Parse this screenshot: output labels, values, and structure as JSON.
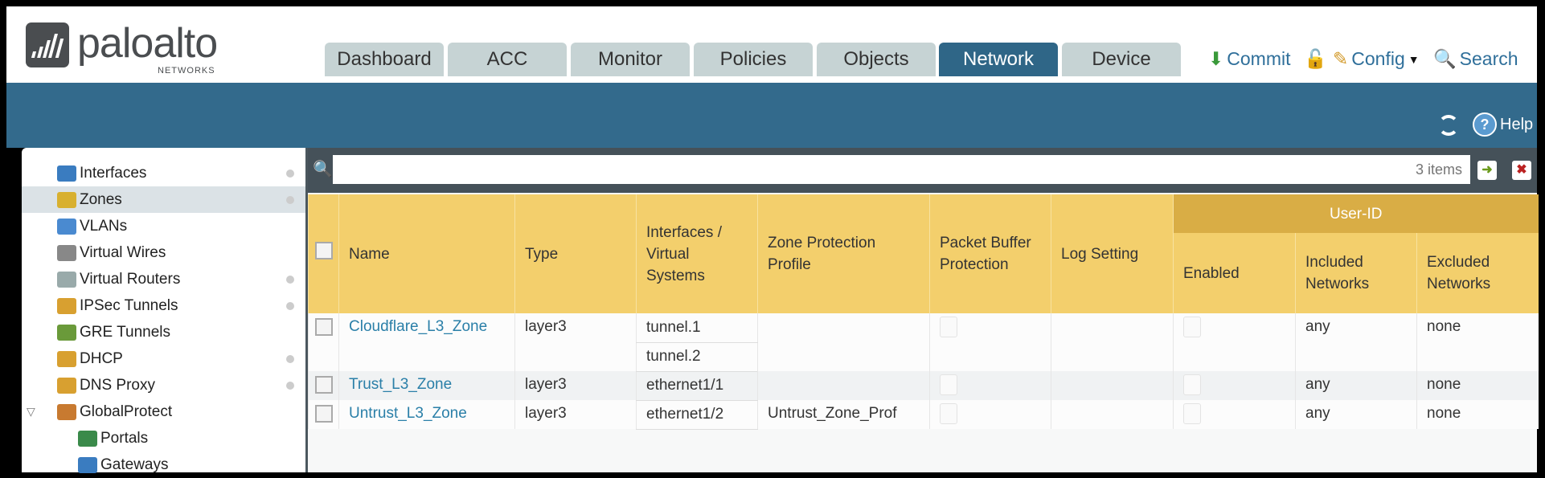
{
  "brand": {
    "name": "paloalto",
    "sub": "NETWORKS"
  },
  "tabs": [
    "Dashboard",
    "ACC",
    "Monitor",
    "Policies",
    "Objects",
    "Network",
    "Device"
  ],
  "active_tab": "Network",
  "toolbar": {
    "commit": "Commit",
    "config": "Config",
    "search": "Search",
    "help": "Help"
  },
  "sidebar": {
    "items": [
      {
        "label": "Interfaces",
        "dot": true
      },
      {
        "label": "Zones",
        "dot": true,
        "selected": true
      },
      {
        "label": "VLANs",
        "dot": false
      },
      {
        "label": "Virtual Wires",
        "dot": false
      },
      {
        "label": "Virtual Routers",
        "dot": true
      },
      {
        "label": "IPSec Tunnels",
        "dot": true
      },
      {
        "label": "GRE Tunnels",
        "dot": false
      },
      {
        "label": "DHCP",
        "dot": true
      },
      {
        "label": "DNS Proxy",
        "dot": true
      },
      {
        "label": "GlobalProtect",
        "dot": false
      },
      {
        "label": "Portals",
        "dot": false
      },
      {
        "label": "Gateways",
        "dot": false
      }
    ]
  },
  "search": {
    "value": "",
    "count": "3 items"
  },
  "table": {
    "group": "User-ID",
    "headers": [
      "Name",
      "Type",
      "Interfaces / Virtual Systems",
      "Zone Protection Profile",
      "Packet Buffer Protection",
      "Log Setting",
      "Enabled",
      "Included Networks",
      "Excluded Networks"
    ],
    "rows": [
      {
        "name": "Cloudflare_L3_Zone",
        "type": "layer3",
        "interfaces": [
          "tunnel.1",
          "tunnel.2"
        ],
        "zpp": "",
        "log": "",
        "included": "any",
        "excluded": "none"
      },
      {
        "name": "Trust_L3_Zone",
        "type": "layer3",
        "interfaces": [
          "ethernet1/1"
        ],
        "zpp": "",
        "log": "",
        "included": "any",
        "excluded": "none"
      },
      {
        "name": "Untrust_L3_Zone",
        "type": "layer3",
        "interfaces": [
          "ethernet1/2"
        ],
        "zpp": "Untrust_Zone_Prof",
        "log": "",
        "included": "any",
        "excluded": "none"
      }
    ]
  },
  "colors": {
    "band": "#336a8c",
    "active_tab": "#2f6687",
    "header": "#f3cf6c",
    "group": "#d9ad45",
    "link": "#2a7fa8"
  }
}
